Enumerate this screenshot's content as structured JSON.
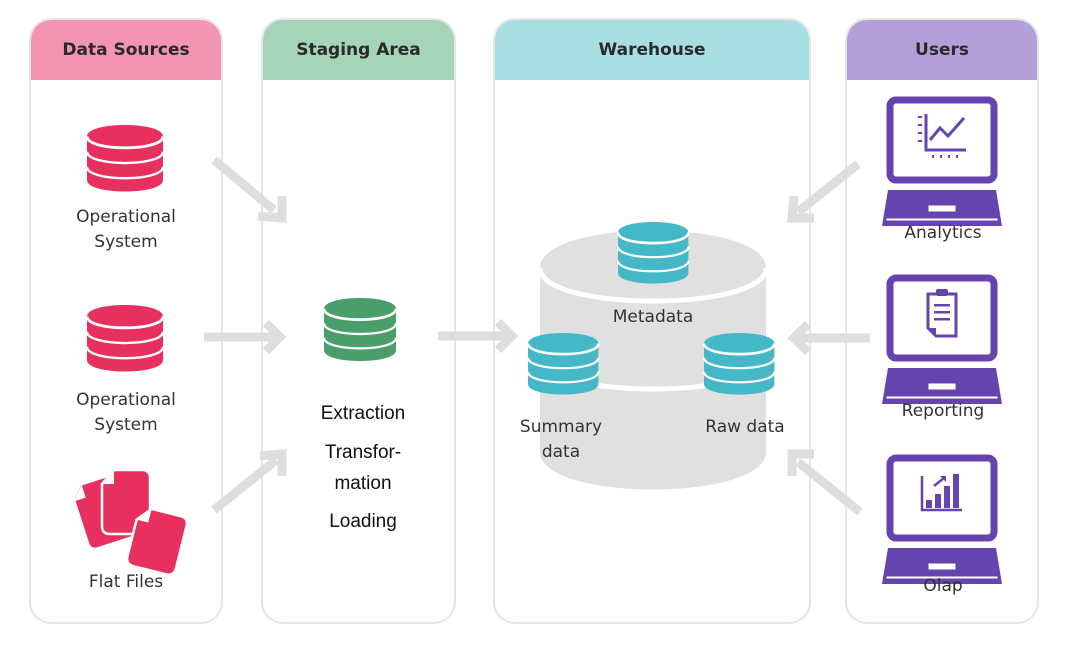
{
  "colors": {
    "sources_header": "#f395b2",
    "staging_header": "#a6d4b9",
    "warehouse_header": "#a8dde1",
    "users_header": "#b3a0d8",
    "sources_icon": "#e8305f",
    "staging_icon": "#4a9e6b",
    "warehouse_icon": "#44b8c6",
    "users_icon": "#6644b0",
    "arrow": "#dedede",
    "warehouse_base": "#e0e0e0"
  },
  "panels": {
    "sources": {
      "title": "Data Sources",
      "items": [
        {
          "label_line1": "Operational",
          "label_line2": "System",
          "icon": "database-icon"
        },
        {
          "label_line1": "Operational",
          "label_line2": "System",
          "icon": "database-icon"
        },
        {
          "label_line1": "Flat Files",
          "label_line2": "",
          "icon": "files-icon"
        }
      ]
    },
    "staging": {
      "title": "Staging Area",
      "icon": "database-icon",
      "steps": [
        "Extraction",
        "Transfor-",
        "mation",
        "Loading"
      ]
    },
    "warehouse": {
      "title": "Warehouse",
      "stores": [
        {
          "label_line1": "Metadata",
          "label_line2": ""
        },
        {
          "label_line1": "Summary",
          "label_line2": "data"
        },
        {
          "label_line1": "Raw data",
          "label_line2": ""
        }
      ]
    },
    "users": {
      "title": "Users",
      "items": [
        {
          "label": "Analytics",
          "icon": "laptop-line-chart-icon"
        },
        {
          "label": "Reporting",
          "icon": "laptop-clipboard-icon"
        },
        {
          "label": "Olap",
          "icon": "laptop-bar-chart-icon"
        }
      ]
    }
  }
}
